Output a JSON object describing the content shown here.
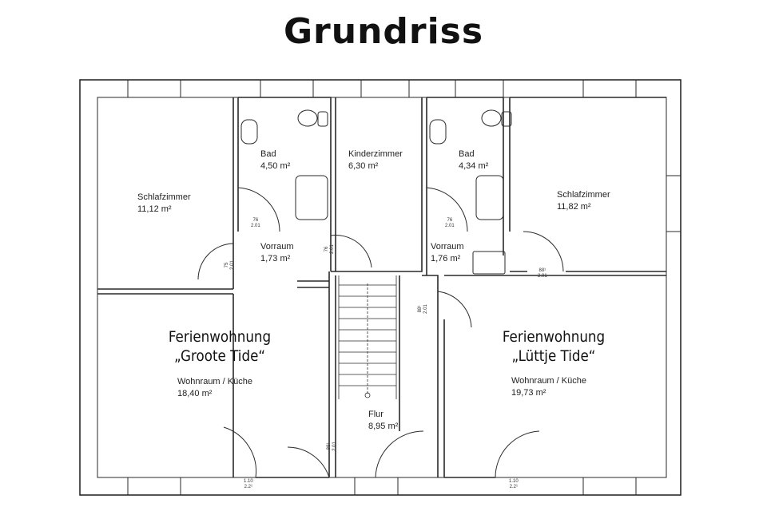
{
  "title": "Grundriss",
  "apartments": [
    {
      "name_line1": "Ferienwohnung",
      "name_line2": "„Groote Tide“"
    },
    {
      "name_line1": "Ferienwohnung",
      "name_line2": "„Lüttje Tide“"
    }
  ],
  "rooms": {
    "schlafzimmer_left": {
      "name": "Schlafzimmer",
      "area": "11,12 m²"
    },
    "bad_left": {
      "name": "Bad",
      "area": "4,50 m²"
    },
    "kinderzimmer": {
      "name": "Kinderzimmer",
      "area": "6,30 m²"
    },
    "bad_right": {
      "name": "Bad",
      "area": "4,34 m²"
    },
    "schlafzimmer_right": {
      "name": "Schlafzimmer",
      "area": "11,82 m²"
    },
    "vorraum_left": {
      "name": "Vorraum",
      "area": "1,73 m²"
    },
    "vorraum_right": {
      "name": "Vorraum",
      "area": "1,76 m²"
    },
    "wohnraum_left": {
      "name": "Wohnraum / Küche",
      "area": "18,40 m²"
    },
    "wohnraum_right": {
      "name": "Wohnraum / Küche",
      "area": "19,73 m²"
    },
    "flur": {
      "name": "Flur",
      "area": "8,95 m²"
    }
  },
  "door_dims": {
    "d1": {
      "w": "76",
      "h": "2.01"
    },
    "d2": {
      "w": "75",
      "h": "2.01"
    },
    "d3": {
      "w": "76",
      "h": "2.01"
    },
    "d4": {
      "w": "76",
      "h": "2.01"
    },
    "d5": {
      "w": "88¹",
      "h": "2.01"
    },
    "d6": {
      "w": "88¹",
      "h": "2.01"
    },
    "d7": {
      "w": "88¹",
      "h": "2.01"
    },
    "d8": {
      "w": "1.10",
      "h": "2.2¹"
    },
    "d9": {
      "w": "1.10",
      "h": "2.2¹"
    }
  }
}
